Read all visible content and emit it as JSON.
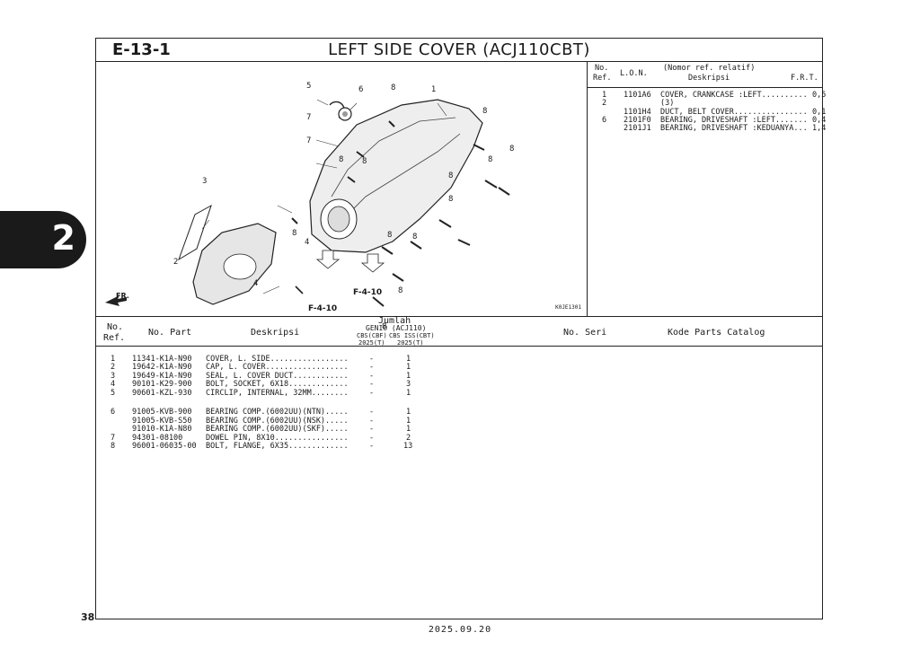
{
  "header": {
    "code": "E-13-1",
    "title": "LEFT SIDE COVER (ACJ110CBT)"
  },
  "side_tab": {
    "number": "2"
  },
  "page_number": "38",
  "date": "2025.09.20",
  "diagram": {
    "code": "K0JE1301",
    "callouts": [
      "1",
      "2",
      "3",
      "4",
      "4",
      "5",
      "6",
      "7",
      "7",
      "8",
      "8",
      "8",
      "8",
      "8",
      "8",
      "8",
      "8",
      "8",
      "8",
      "8",
      "8",
      "8"
    ],
    "refs": [
      "F-4-10",
      "F-4-10"
    ],
    "direction": "FR."
  },
  "ref_table": {
    "headers": {
      "no": "No.",
      "ref": "Ref.",
      "lon": "L.O.N.",
      "desc_top": "(Nomor ref. relatif)",
      "desc": "Deskripsi",
      "frt": "F.R.T."
    },
    "rows": [
      {
        "no": "1",
        "lon": "1101A6",
        "desc": "COVER, CRANKCASE :LEFT..........",
        "frt": "0,5"
      },
      {
        "no": "2",
        "lon": "",
        "desc": "(3)",
        "frt": ""
      },
      {
        "no": "",
        "lon": "1101H4",
        "desc": "DUCT, BELT COVER................",
        "frt": "0,1"
      },
      {
        "no": "6",
        "lon": "2101F0",
        "desc": "BEARING, DRIVESHAFT :LEFT.......",
        "frt": "0,4"
      },
      {
        "no": "",
        "lon": "2101J1",
        "desc": "BEARING, DRIVESHAFT :KEDUANYA...",
        "frt": "1,4"
      }
    ]
  },
  "parts_table": {
    "headers": {
      "no": "No.",
      "ref": "Ref.",
      "part": "No. Part",
      "desc": "Deskripsi",
      "qty": "Jumlah",
      "model": "GENIO (ACJ110)",
      "col1": "CBS(CBF)",
      "col2": "CBS ISS(CBT)",
      "year1": "2025(T)",
      "year2": "2025(T)",
      "serial": "No. Seri",
      "catalog": "Kode Parts Catalog"
    },
    "rows": [
      {
        "ref": "1",
        "part": "11341-K1A-N90",
        "desc": "COVER, L. SIDE.................",
        "q1": "-",
        "q2": "1"
      },
      {
        "ref": "2",
        "part": "19642-K1A-N90",
        "desc": "CAP, L. COVER..................",
        "q1": "-",
        "q2": "1"
      },
      {
        "ref": "3",
        "part": "19649-K1A-N90",
        "desc": "SEAL, L. COVER DUCT............",
        "q1": "-",
        "q2": "1"
      },
      {
        "ref": "4",
        "part": "90101-K29-900",
        "desc": "BOLT, SOCKET, 6X18.............",
        "q1": "-",
        "q2": "3"
      },
      {
        "ref": "5",
        "part": "90601-KZL-930",
        "desc": "CIRCLIP, INTERNAL, 32MM........",
        "q1": "-",
        "q2": "1"
      },
      {
        "ref": "",
        "part": "",
        "desc": "",
        "q1": "",
        "q2": ""
      },
      {
        "ref": "6",
        "part": "91005-KVB-900",
        "desc": "BEARING COMP.(6002UU)(NTN).....",
        "q1": "-",
        "q2": "1"
      },
      {
        "ref": "",
        "part": "91005-KVB-S50",
        "desc": "BEARING COMP.(6002UU)(NSK).....",
        "q1": "-",
        "q2": "1"
      },
      {
        "ref": "",
        "part": "91010-K1A-N80",
        "desc": "BEARING COMP.(6002UU)(SKF).....",
        "q1": "-",
        "q2": "1"
      },
      {
        "ref": "7",
        "part": "94301-08100",
        "desc": "DOWEL PIN, 8X10................",
        "q1": "-",
        "q2": "2"
      },
      {
        "ref": "8",
        "part": "96001-06035-00",
        "desc": "BOLT, FLANGE, 6X35.............",
        "q1": "-",
        "q2": "13"
      }
    ]
  }
}
